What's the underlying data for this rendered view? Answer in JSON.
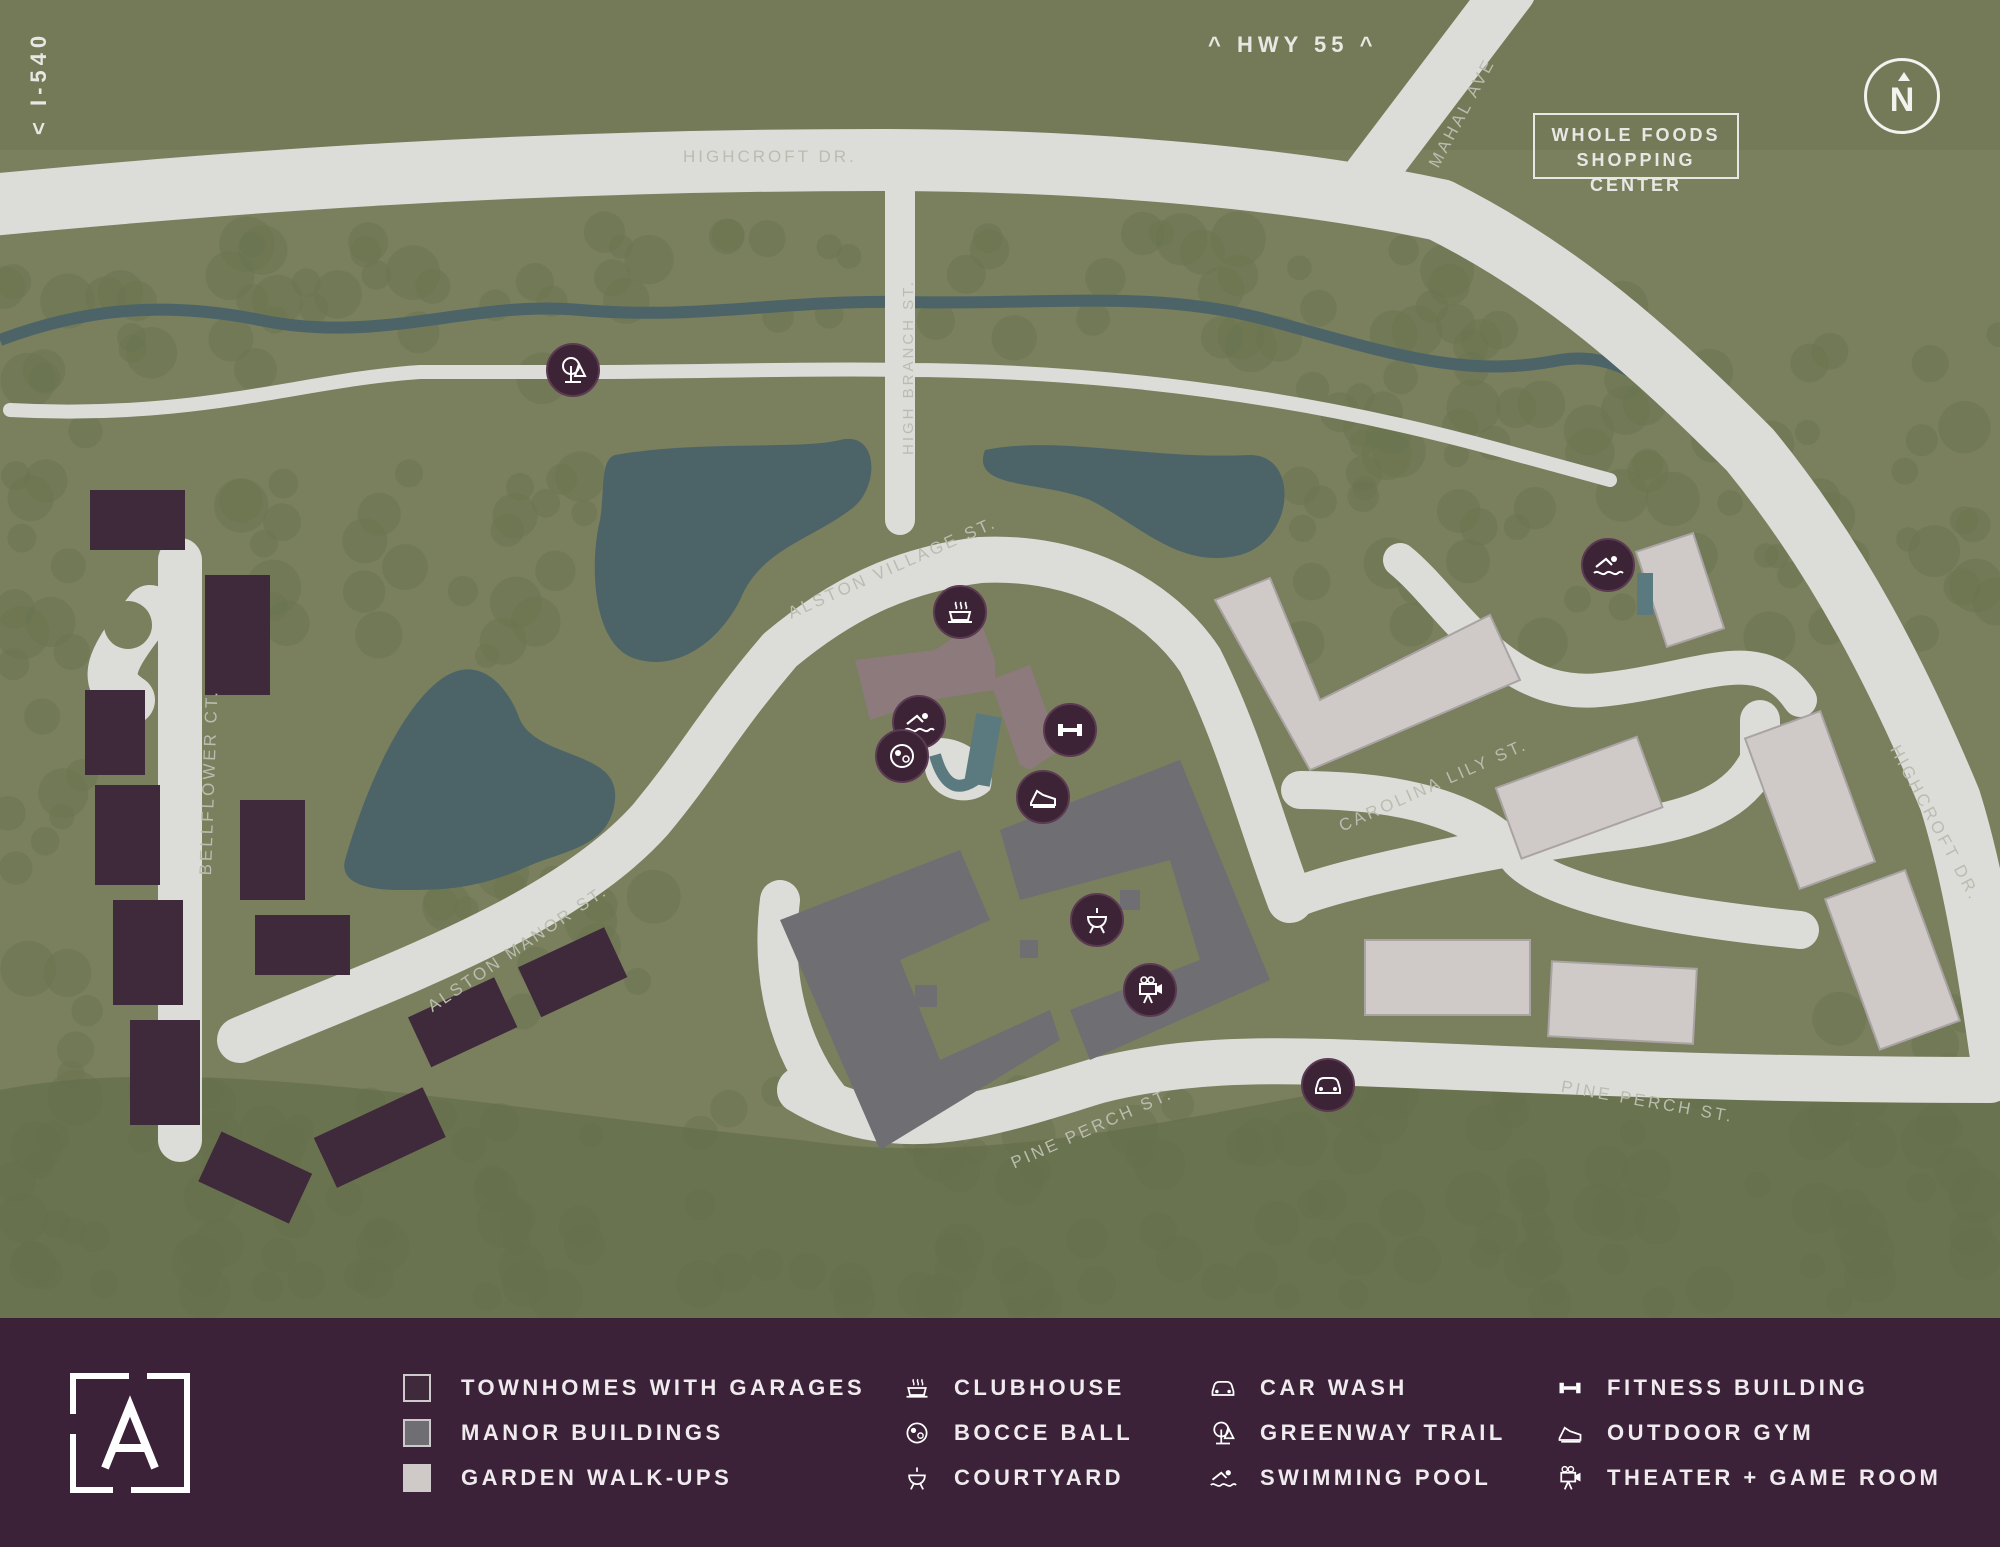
{
  "map": {
    "labels": {
      "hwy": "HWY 55",
      "interstate": "I-540",
      "whole_foods_line1": "WHOLE FOODS",
      "whole_foods_line2": "SHOPPING CENTER",
      "north": "N"
    },
    "streets": {
      "highcroft_top": "HIGHCROFT DR.",
      "highcroft_right": "HIGHCROFT DR.",
      "mahal": "MAHAL AVE",
      "high_branch": "HIGH BRANCH ST.",
      "alston_village": "ALSTON VILLAGE ST.",
      "alston_manor": "ALSTON MANOR ST.",
      "bellflower": "BELLFLOWER CT.",
      "carolina_lily": "CAROLINA LILY ST.",
      "pine_perch_left": "PINE PERCH ST.",
      "pine_perch_right": "PINE PERCH ST."
    },
    "colors": {
      "grass": "#7a7f5e",
      "forest": "#6b7451",
      "road": "#dcddd8",
      "water": "#4c6467",
      "townhome": "#3e2a3a",
      "manor": "#6f6e73",
      "garden": "#cfcac8",
      "marker": "#3d2336"
    },
    "markers": [
      "greenway-trail",
      "clubhouse",
      "swimming-pool",
      "fitness-building",
      "bocce-ball",
      "outdoor-gym",
      "courtyard",
      "theater-game-room",
      "swimming-pool",
      "car-wash"
    ]
  },
  "legend": {
    "logo": "A",
    "items": [
      {
        "label": "TOWNHOMES WITH GARAGES",
        "swatch": "#3e2a3a"
      },
      {
        "label": "MANOR BUILDINGS",
        "swatch": "#6f6e73"
      },
      {
        "label": "GARDEN WALK-UPS",
        "swatch": "#cfcac8"
      },
      {
        "label": "CLUBHOUSE",
        "icon": "clubhouse-icon"
      },
      {
        "label": "BOCCE BALL",
        "icon": "bocce-ball-icon"
      },
      {
        "label": "COURTYARD",
        "icon": "courtyard-icon"
      },
      {
        "label": "CAR WASH",
        "icon": "car-wash-icon"
      },
      {
        "label": "GREENWAY TRAIL",
        "icon": "greenway-trail-icon"
      },
      {
        "label": "SWIMMING POOL",
        "icon": "swimming-pool-icon"
      },
      {
        "label": "FITNESS BUILDING",
        "icon": "fitness-building-icon"
      },
      {
        "label": "OUTDOOR GYM",
        "icon": "outdoor-gym-icon"
      },
      {
        "label": "THEATER + GAME ROOM",
        "icon": "theater-game-room-icon"
      }
    ]
  }
}
